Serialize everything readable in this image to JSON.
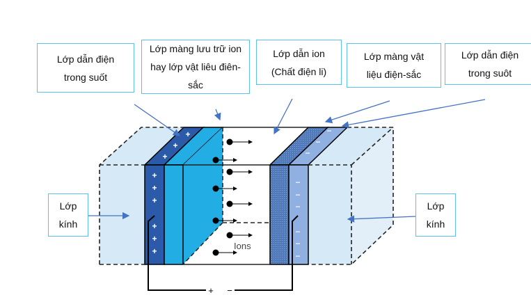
{
  "labels": {
    "transparent_conductor_left": "Lớp dẫn điện trong suốt",
    "ion_storage": "Lớp màng lưu trữ ion hay lớp vật liêu điên-sắc",
    "ion_conductor": "Lớp dẫn ion (Chất điện li)",
    "electrochromic": "Lớp màng vật liệu điện-sắc",
    "transparent_conductor_right": "Lớp dẫn điện trong suôt",
    "glass_left": "Lớp kính",
    "glass_right": "Lớp kính"
  },
  "diagram": {
    "ions_label": "Ions",
    "plus": "+",
    "minus": "−"
  },
  "colors": {
    "arrow": "#4472C4",
    "box_border": "#5bc0eb",
    "glass": "#d6e9f7",
    "conductor_dark": "#2a5aa8",
    "ion_storage": "#22aee4",
    "electrochromic": "#4f79b8",
    "conductor_light": "#8fb0e0"
  }
}
